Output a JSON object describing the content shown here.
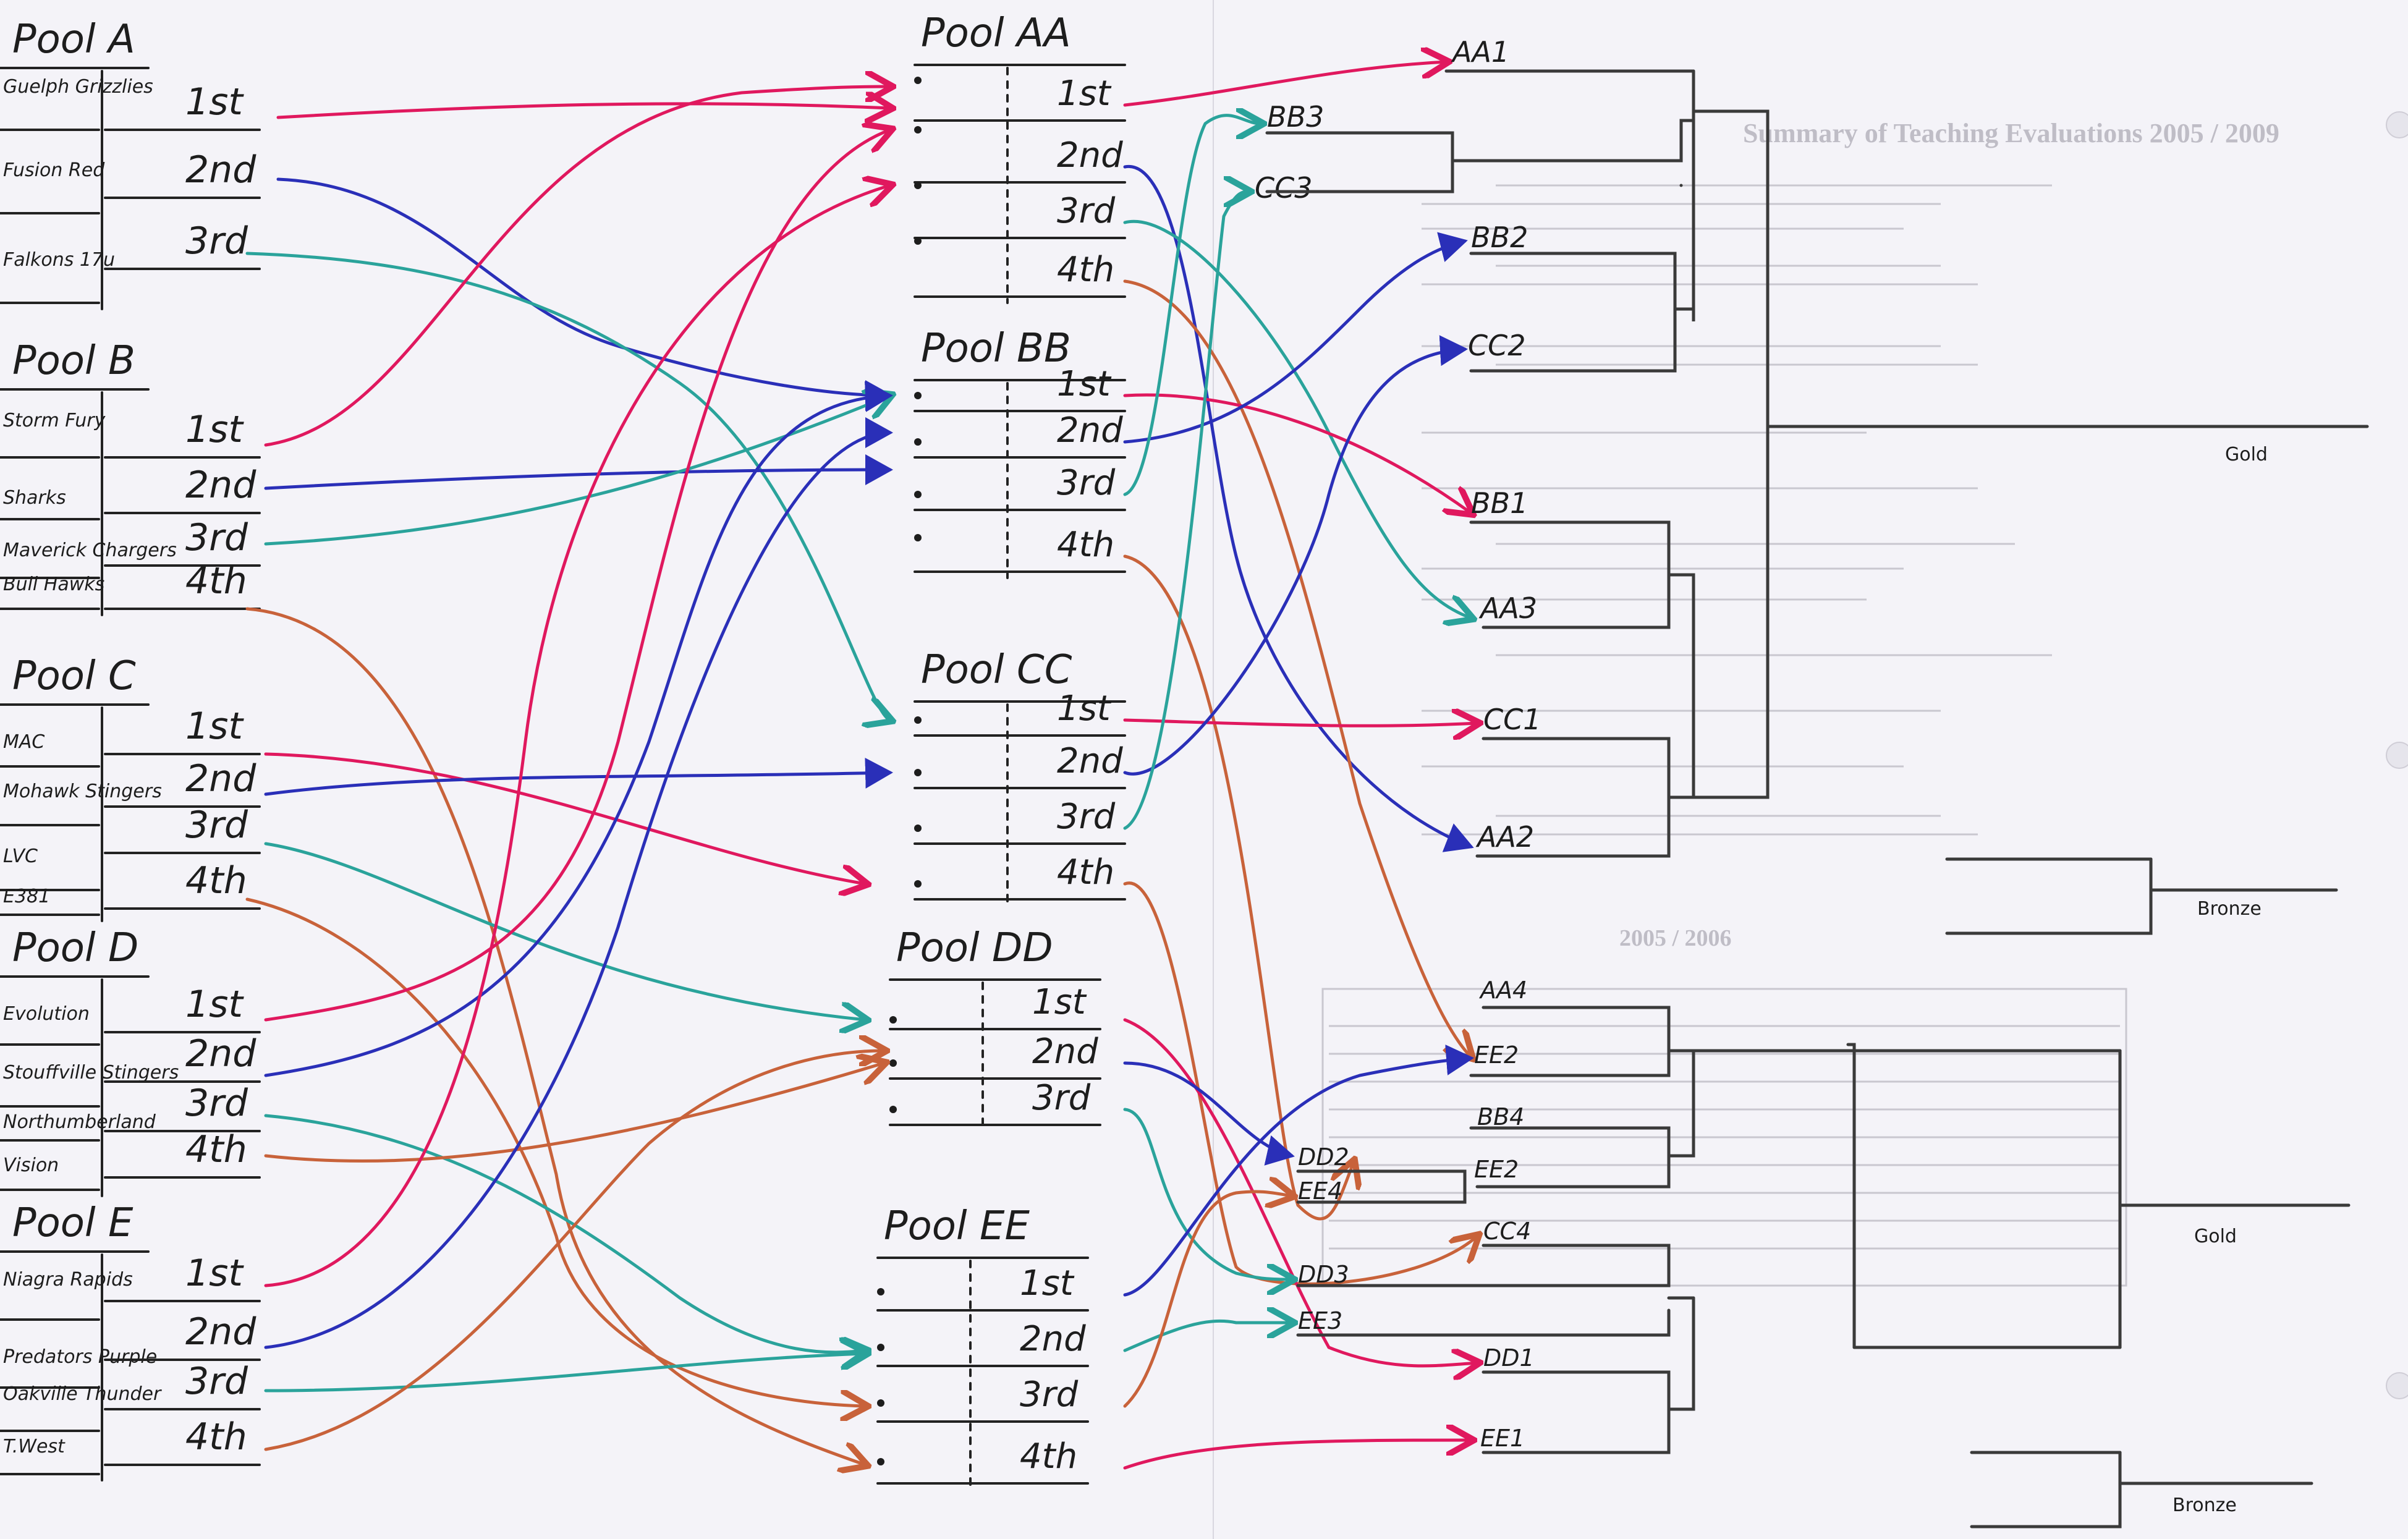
{
  "colors": {
    "pink": "#e0185e",
    "blue": "#2a2fb8",
    "teal": "#2aa39b",
    "orange": "#c8623a",
    "ink": "#1d1d1d"
  },
  "pools_left": [
    {
      "title": "Pool  A",
      "teams": [
        "Guelph Grizzlies",
        "Fusion Red",
        "Falkons 17u"
      ],
      "ranks": [
        "1st",
        "2nd",
        "3rd"
      ]
    },
    {
      "title": "Pool  B",
      "teams": [
        "Storm Fury",
        "Sharks",
        "Maverick Chargers",
        "Bull Hawks"
      ],
      "ranks": [
        "1st",
        "2nd",
        "3rd",
        "4th"
      ]
    },
    {
      "title": "Pool  C",
      "teams": [
        "MAC",
        "Mohawk Stingers",
        "LVC",
        "E381"
      ],
      "ranks": [
        "1st",
        "2nd",
        "3rd",
        "4th"
      ]
    },
    {
      "title": "Pool  D",
      "teams": [
        "Evolution",
        "Stouffville Stingers",
        "Northumberland",
        "Vision"
      ],
      "ranks": [
        "1st",
        "2nd",
        "3rd",
        "4th"
      ]
    },
    {
      "title": "Pool  E",
      "teams": [
        "Niagra Rapids",
        "Predators Purple",
        "Oakville Thunder",
        "T.West"
      ],
      "ranks": [
        "1st",
        "2nd",
        "3rd",
        "4th"
      ]
    }
  ],
  "pools_mid": [
    {
      "title": "Pool  AA",
      "ranks": [
        "1st",
        "2nd",
        "3rd",
        "4th"
      ]
    },
    {
      "title": "Pool  BB",
      "ranks": [
        "1st",
        "2nd",
        "3rd",
        "4th"
      ]
    },
    {
      "title": "Pool  CC",
      "ranks": [
        "1st",
        "2nd",
        "3rd",
        "4th"
      ]
    },
    {
      "title": "Pool  DD",
      "ranks": [
        "1st",
        "2nd",
        "3rd"
      ]
    },
    {
      "title": "Pool  EE",
      "ranks": [
        "1st",
        "2nd",
        "3rd",
        "4th"
      ]
    }
  ],
  "seeds_upper": [
    "AA1",
    "BB3",
    "CC3",
    "BB2",
    "CC2",
    "BB1",
    "AA3",
    "CC1",
    "AA2"
  ],
  "seeds_lower": [
    "AA4",
    "EE2",
    "BB4",
    "DD2",
    "EE4",
    "EE2",
    "CC4",
    "DD3",
    "EE3",
    "DD1",
    "EE1"
  ],
  "bracket_labels": {
    "gold_upper": "Gold",
    "bronze_upper": "Bronze",
    "gold_lower": "Gold",
    "bronze_lower": "Bronze"
  },
  "background_doc": {
    "heading": "Summary of Teaching Evaluations 2005 / 2009",
    "year_heading": "2005 / 2006"
  }
}
